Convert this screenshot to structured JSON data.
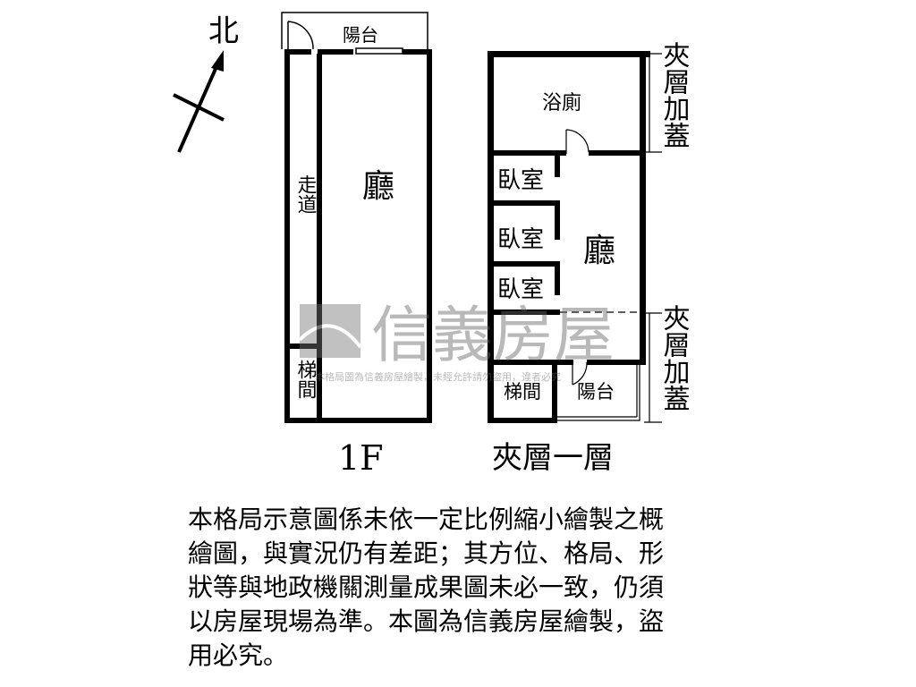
{
  "north_label": "北",
  "floor_1f": {
    "title": "1F",
    "rooms": {
      "balcony": "陽台",
      "hall": "廳",
      "corridor": "走道",
      "stairs": "梯間"
    }
  },
  "mezzanine": {
    "title": "夾層一層",
    "rooms": {
      "bath": "浴廁",
      "bedroom1": "臥室",
      "bedroom2": "臥室",
      "bedroom3": "臥室",
      "hall": "廳",
      "stairs": "梯間",
      "balcony": "陽台"
    },
    "annotation_top": "夾層加蓋",
    "annotation_bottom": "夾層加蓋"
  },
  "watermark": {
    "brand": "信義房屋",
    "notice": "本格局圖為信義房屋繪製，未經允許請勿盜用，違者必究"
  },
  "disclaimer_lines": [
    "本格局示意圖係未依一定比例縮小繪製之概",
    "繪圖，與實況仍有差距；其方位、格局、形",
    "狀等與地政機關測量成果圖未必一致，仍須",
    "以房屋現場為準。本圖為信義房屋繪製，盜",
    "用必究。"
  ]
}
